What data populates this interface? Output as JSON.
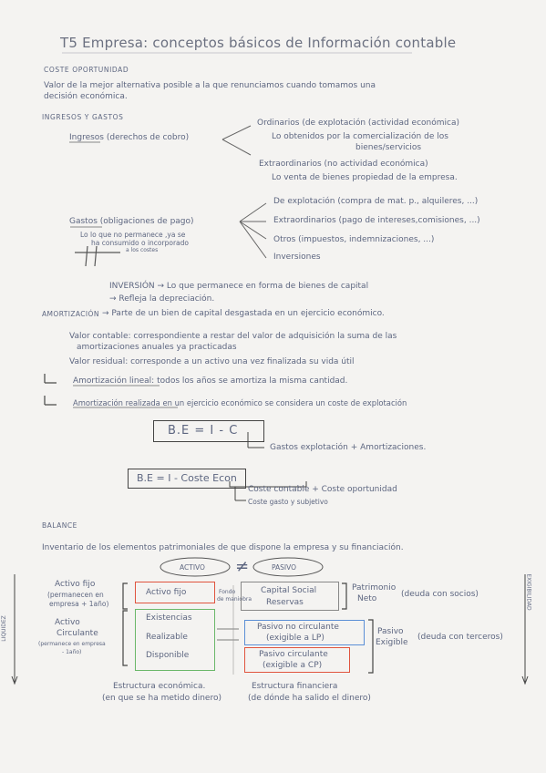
{
  "title": "T5 Empresa: conceptos básicos de Información contable",
  "coste_oportunidad": {
    "heading": "COSTE OPORTUNIDAD",
    "line1": "Valor de la mejor alternativa posible a la que renunciamos cuando tomamos una",
    "line2": "decisión económica."
  },
  "ingresos_gastos": {
    "heading": "INGRESOS Y GASTOS",
    "ingresos_label": "Ingresos (derechos de cobro)",
    "ordinarios": "Ordinarios (de explotación (actividad económica)",
    "ordinarios_sub1": "Lo obtenidos por la comercialización de los",
    "ordinarios_sub2": "bienes/servicios",
    "extraordinarios": "Extraordinarios (no actividad económica)",
    "extraordinarios_sub": "Lo venta de bienes propiedad de la empresa.",
    "gastos_label": "Gastos (obligaciones de pago)",
    "gastos_note1": "Lo lo que no permanece ,ya se",
    "gastos_note2": "ha consumido o incorporado",
    "gastos_note3": "a los costes",
    "de_explotacion": "De explotación (compra de mat. p., alquileres, ...)",
    "extraordinarios_gastos": "Extraordinarios (pago de intereses,comisiones, ...)",
    "otros": "Otros (impuestos, indemnizaciones, ...)",
    "inversiones": "Inversiones"
  },
  "inversion": {
    "line1": "INVERSIÓN → Lo que permanece en forma de bienes de capital",
    "line2": "→ Refleja la depreciación."
  },
  "amortizacion": {
    "heading": "AMORTIZACIÓN",
    "definition": "→ Parte de un bien de capital desgastada en un ejercicio económico.",
    "valor_contable_1": "Valor contable: correspondiente a restar del valor de adquisición la suma de las",
    "valor_contable_2": "amortizaciones anuales ya practicadas",
    "valor_residual": "Valor residual: corresponde a un activo una vez finalizada su vida útil",
    "lineal": "Amortización lineal: todos los años se amortiza la misma cantidad.",
    "realizada": "Amortización realizada en un ejercicio económico se considera un coste de explotación"
  },
  "formulas": {
    "f1": "B.E = I - C",
    "f1_note": "Gastos explotación + Amortizaciones.",
    "f2": "B.E = I - Coste Econ",
    "f2_note1": "Coste contable + Coste oportunidad",
    "f2_note2": "Coste gasto y subjetivo"
  },
  "balance": {
    "heading": "BALANCE",
    "definition": "Inventario de los elementos patrimoniales de que dispone la empresa y su financiación.",
    "activo": "ACTIVO",
    "neq": "≠",
    "pasivo": "PASIVO",
    "activo_fijo_1": "Activo fijo",
    "activo_fijo_2": "(permanecen en",
    "activo_fijo_3": "empresa + 1año)",
    "activo_circ_1": "Activo",
    "activo_circ_2": "Circulante",
    "activo_circ_3": "(permanece en empresa",
    "activo_circ_4": "- 1año)",
    "box_activo_fijo": "Activo fijo",
    "box_existencias": "Existencias",
    "box_realizable": "Realizable",
    "box_disponible": "Disponible",
    "mid_label_1": "Fondo",
    "mid_label_2": "de maniobra",
    "box_capital_social": "Capital Social",
    "box_reservas": "Reservas",
    "patrimonio_neto_1": "Patrimonio",
    "patrimonio_neto_2": "Neto",
    "patrimonio_note": "(deuda con socios)",
    "box_pasivo_nc_1": "Pasivo no circulante",
    "box_pasivo_nc_2": "(exigible a LP)",
    "box_pasivo_c_1": "Pasivo circulante",
    "box_pasivo_c_2": "(exigible a CP)",
    "pasivo_exigible_1": "Pasivo",
    "pasivo_exigible_2": "Exigible",
    "pasivo_exigible_note": "(deuda con terceros)",
    "estructura_economica_1": "Estructura económica.",
    "estructura_economica_2": "(en que se ha metido dinero)",
    "estructura_financiera_1": "Estructura financiera",
    "estructura_financiera_2": "(de dónde ha salido el dinero)",
    "liquidez": "LIQUIDEZ",
    "exigibilidad": "EXIGIBILIDAD"
  },
  "colors": {
    "ink": "#5d6680",
    "red": "#e0543e",
    "green": "#6bb86a",
    "blue": "#5b8fd6"
  }
}
